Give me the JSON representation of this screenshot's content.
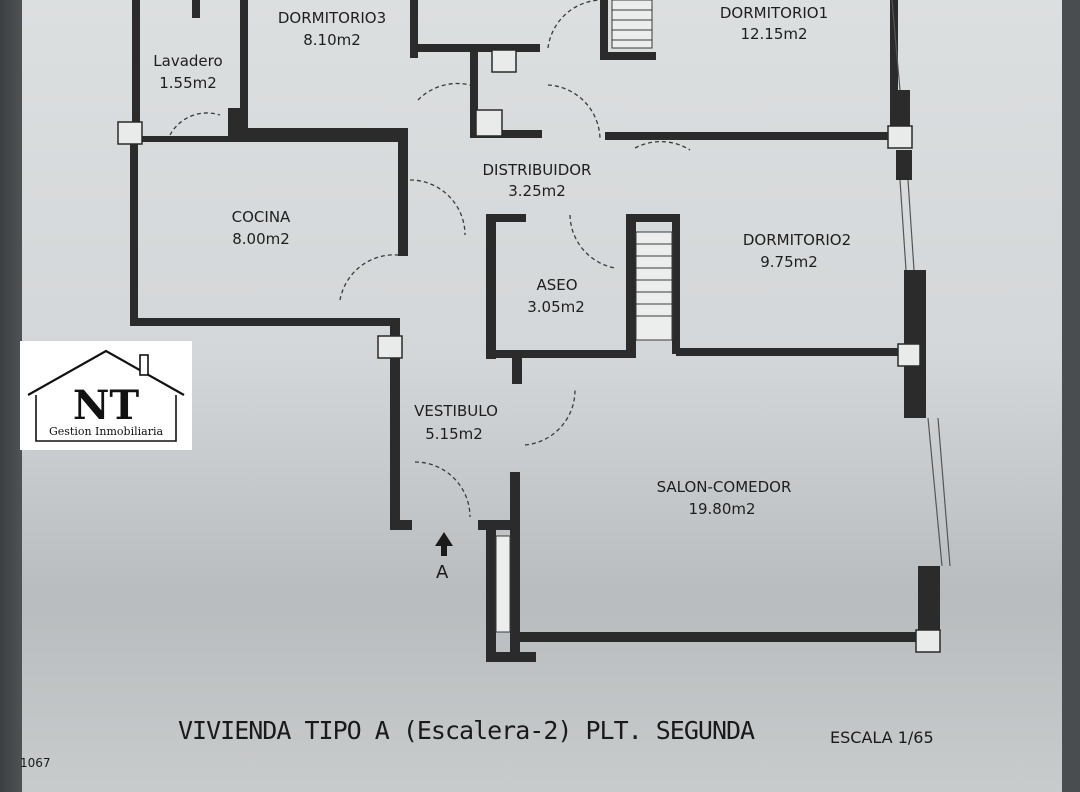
{
  "plan": {
    "title": "VIVIENDA TIPO A (Escalera-2)  PLT. SEGUNDA",
    "scale": "ESCALA 1/65",
    "reference": "1067",
    "entry_label": "A",
    "rooms": [
      {
        "name": "DORMITORIO3",
        "area": "8.10m2"
      },
      {
        "name": "DORMITORIO1",
        "area": "12.15m2"
      },
      {
        "name": "Lavadero",
        "area": "1.55m2"
      },
      {
        "name": "DISTRIBUIDOR",
        "area": "3.25m2"
      },
      {
        "name": "COCINA",
        "area": "8.00m2"
      },
      {
        "name": "DORMITORIO2",
        "area": "9.75m2"
      },
      {
        "name": "ASEO",
        "area": "3.05m2"
      },
      {
        "name": "VESTIBULO",
        "area": "5.15m2"
      },
      {
        "name": "SALON-COMEDOR",
        "area": "19.80m2"
      }
    ]
  },
  "logo": {
    "mark": "NT",
    "text": "Gestion Inmobiliaria"
  },
  "colors": {
    "wall": "#2b2b2b",
    "paper": "#d8dbdc",
    "background": "#4a4d4f"
  }
}
